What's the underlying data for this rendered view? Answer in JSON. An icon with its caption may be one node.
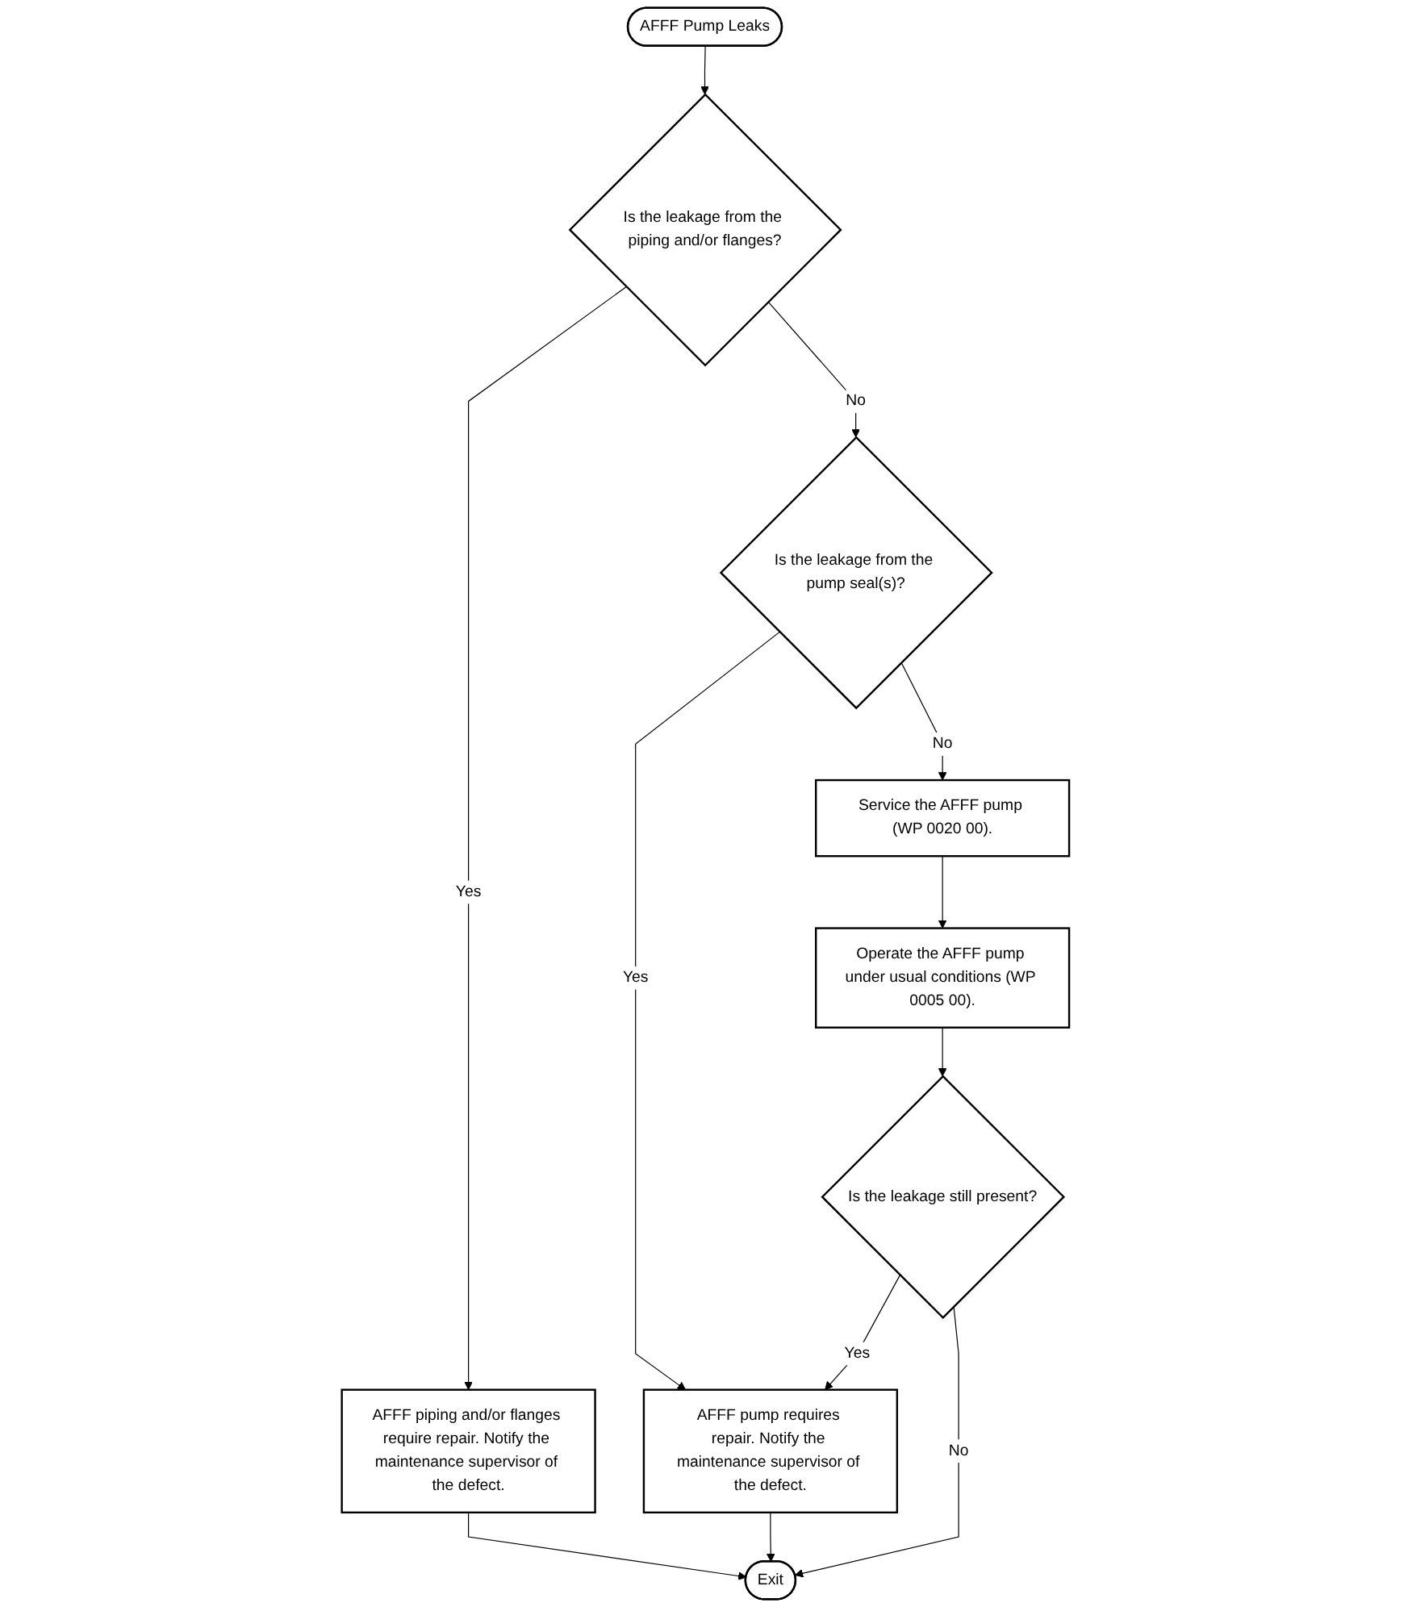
{
  "diagram": {
    "nodes": [
      {
        "text": [
          "AFFF Pump Leaks"
        ]
      },
      {
        "text": [
          "Is the leakage from the piping and/or flanges?"
        ]
      },
      {
        "text": [
          "AFFF piping and/or flanges require repair. Notify the maintenance supervisor of the defect."
        ]
      },
      {
        "text": [
          "Is the leakage from the pump seal(s)?"
        ]
      },
      {
        "text": [
          "AFFF pump requires repair. Notify the maintenance supervisor of the defect."
        ]
      },
      {
        "text": [
          "Service the AFFF pump (WP 0020 00)."
        ]
      },
      {
        "text": [
          "Operate the AFFF pump under usual conditions (WP 0005 00)."
        ]
      },
      {
        "text": [
          "Is the leakage still present?"
        ]
      },
      {
        "text": [
          "Exit"
        ]
      }
    ],
    "edges": [
      {
        "from": 0,
        "to": 1,
        "arrow": "to"
      },
      {
        "from": 1,
        "to": 2,
        "label": "Yes",
        "arrow": "to"
      },
      {
        "from": 1,
        "to": 3,
        "label": "No",
        "arrow": "to"
      },
      {
        "from": 3,
        "to": 4,
        "label": "Yes",
        "arrow": "to"
      },
      {
        "from": 3,
        "to": 5,
        "label": "No",
        "arrow": "to"
      },
      {
        "from": 5,
        "to": 6,
        "arrow": "to"
      },
      {
        "from": 6,
        "to": 7,
        "arrow": "to"
      },
      {
        "from": 7,
        "to": 4,
        "label": "Yes",
        "arrow": "to"
      },
      {
        "from": 7,
        "to": 8,
        "label": "No",
        "arrow": "to"
      },
      {
        "from": 2,
        "to": 8,
        "arrow": "to"
      },
      {
        "from": 4,
        "to": 8,
        "arrow": "to"
      }
    ]
  }
}
